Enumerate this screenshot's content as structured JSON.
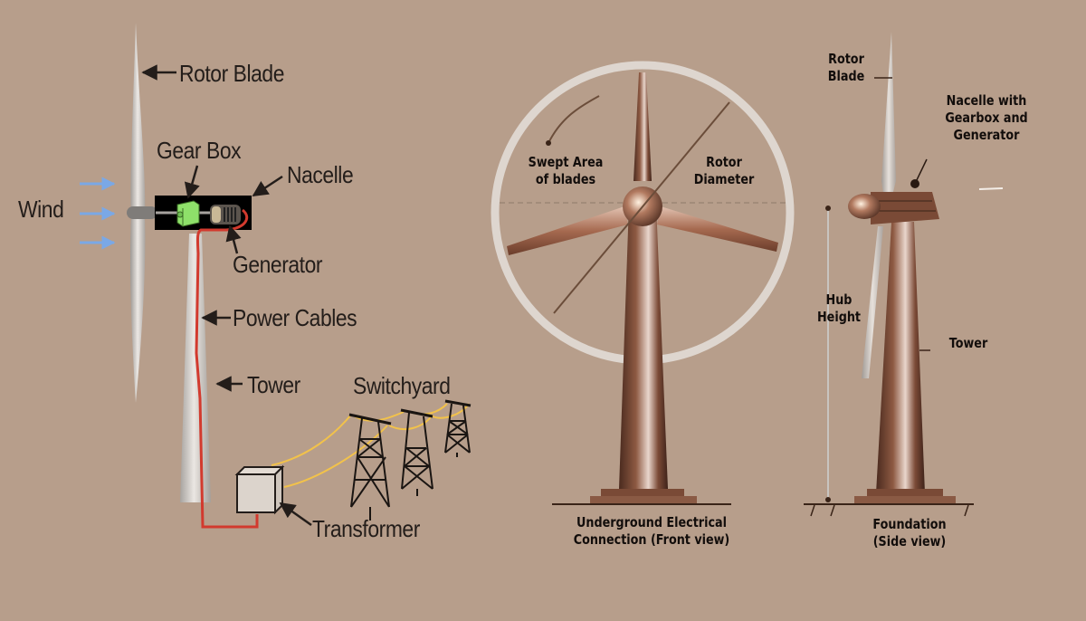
{
  "diagram": {
    "background": "#b79e8b",
    "left_schematic": {
      "labels": {
        "rotor_blade": "Rotor Blade",
        "gear_box": "Gear Box",
        "nacelle": "Nacelle",
        "wind": "Wind",
        "generator": "Generator",
        "power_cables": "Power Cables",
        "tower": "Tower",
        "switchyard": "Switchyard",
        "transformer": "Transformer"
      },
      "colors": {
        "cable": "#d23a2e",
        "gearbox": "#8ee06a",
        "wind_arrows": "#7aa8e6",
        "power_lines": "#f2c24a",
        "nacelle": "#000000"
      }
    },
    "front_view": {
      "labels": {
        "swept_area": "Swept Area\nof blades",
        "swept_area_l1": "Swept Area",
        "swept_area_l2": "of blades",
        "rotor_diameter_l1": "Rotor",
        "rotor_diameter_l2": "Diameter",
        "caption_l1": "Underground Electrical",
        "caption_l2": "Connection (Front view)"
      },
      "colors": {
        "turbine": "#7a4a36",
        "circle": "#ded6cf"
      }
    },
    "side_view": {
      "labels": {
        "rotor_blade_l1": "Rotor",
        "rotor_blade_l2": "Blade",
        "nacelle_l1": "Nacelle with",
        "nacelle_l2": "Gearbox and",
        "nacelle_l3": "Generator",
        "hub_height_l1": "Hub",
        "hub_height_l2": "Height",
        "tower": "Tower",
        "caption_l1": "Foundation",
        "caption_l2": "(Side view)"
      }
    }
  }
}
